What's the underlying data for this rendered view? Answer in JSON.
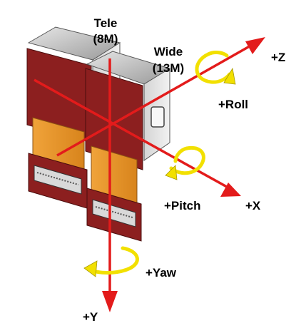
{
  "cameras": {
    "tele": {
      "name": "Tele",
      "resolution": "(8M)"
    },
    "wide": {
      "name": "Wide",
      "resolution": "(13M)"
    }
  },
  "axes": {
    "z": "+Z",
    "x": "+X",
    "y": "+Y"
  },
  "rotations": {
    "roll": "+Roll",
    "pitch": "+Pitch",
    "yaw": "+Yaw"
  },
  "colors": {
    "axis": "#e31b1b",
    "rotation_arrow": "#f2e000",
    "flex_board": "#8c1f1f",
    "flex_cable": "#e89a2c",
    "module_metal": "#c8c8c8"
  }
}
